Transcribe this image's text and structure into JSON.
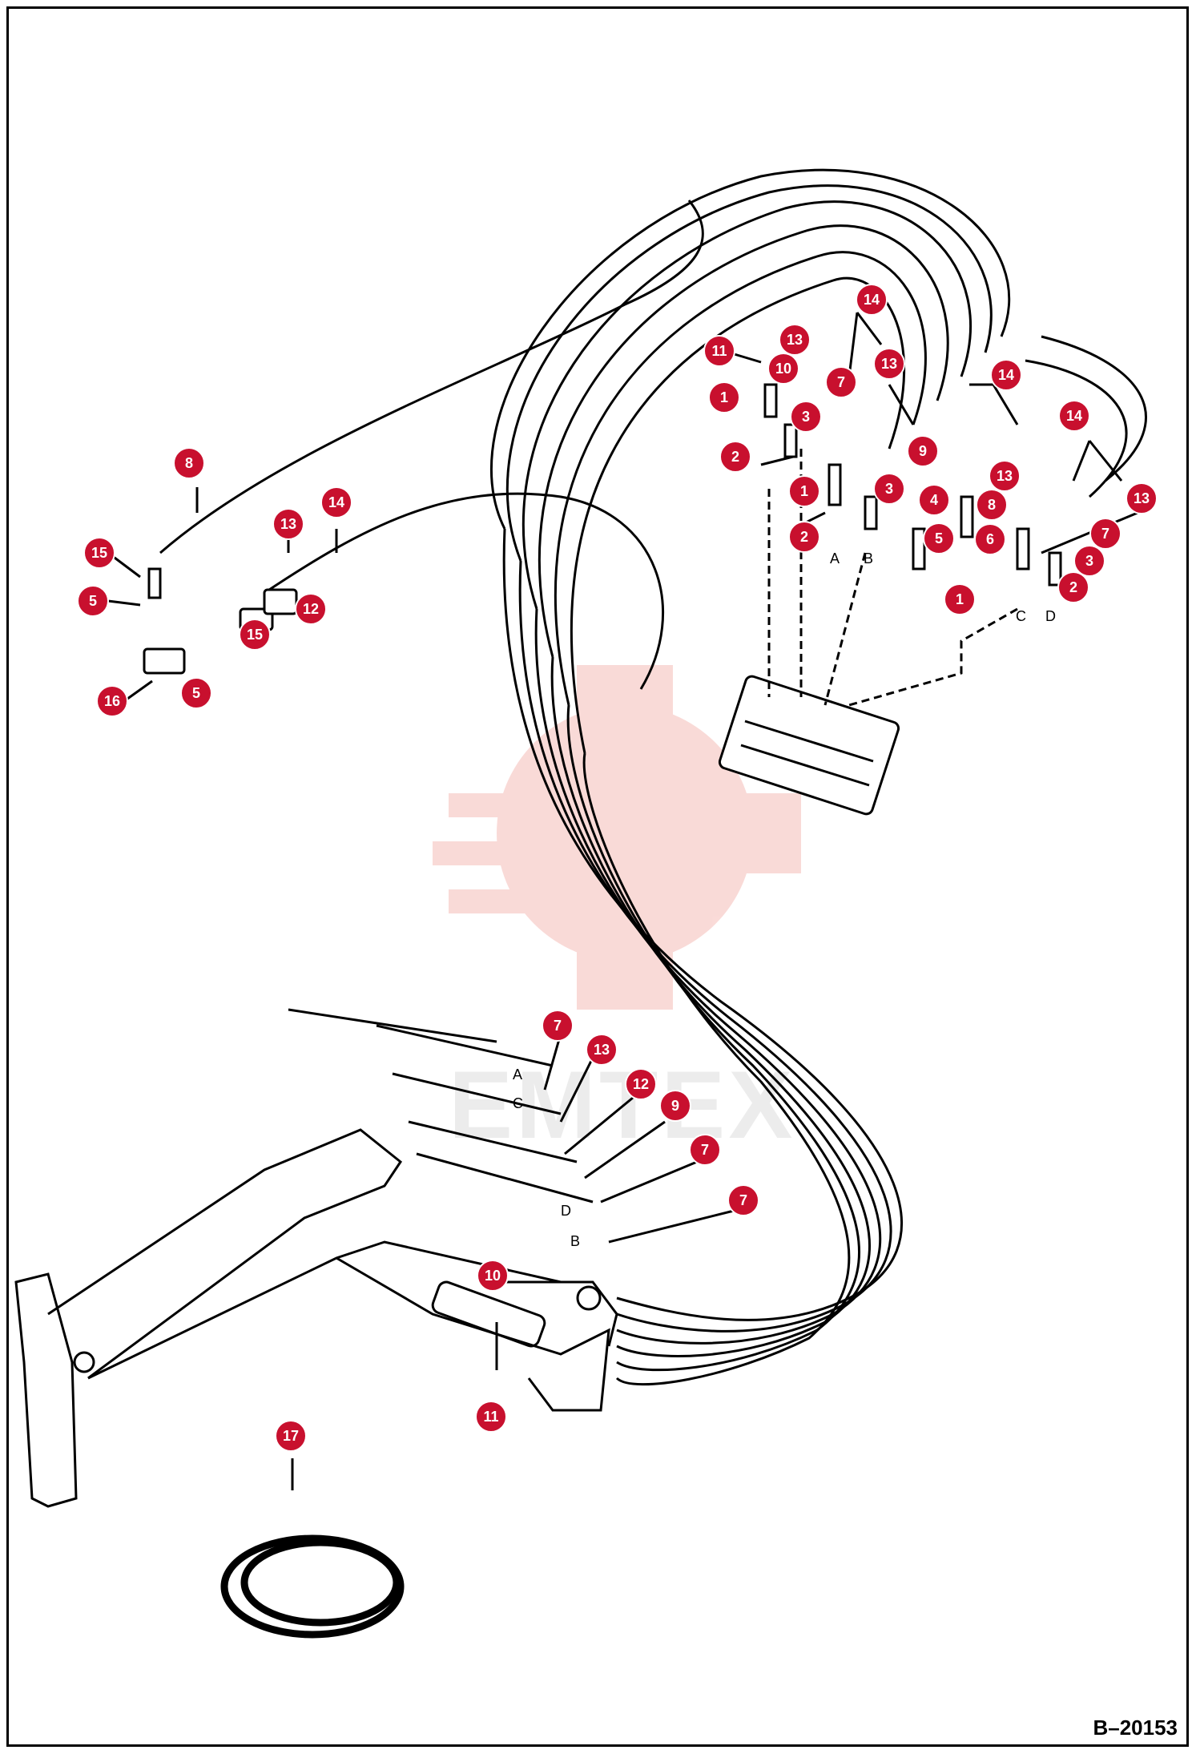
{
  "figure_code": "B–20153",
  "watermark": "EMTEX",
  "colors": {
    "callout": "#c8102e",
    "line": "#000000",
    "watermark": "#e8594f"
  },
  "port_labels": [
    "A",
    "B",
    "C",
    "D"
  ],
  "valve_port_labels": [
    "C",
    "D"
  ],
  "boom_port_labels": [
    "A",
    "C",
    "D",
    "B"
  ],
  "callouts": [
    {
      "n": "8"
    },
    {
      "n": "15"
    },
    {
      "n": "5"
    },
    {
      "n": "16"
    },
    {
      "n": "5"
    },
    {
      "n": "13"
    },
    {
      "n": "14"
    },
    {
      "n": "12"
    },
    {
      "n": "15"
    },
    {
      "n": "11"
    },
    {
      "n": "13"
    },
    {
      "n": "10"
    },
    {
      "n": "1"
    },
    {
      "n": "3"
    },
    {
      "n": "2"
    },
    {
      "n": "14"
    },
    {
      "n": "7"
    },
    {
      "n": "13"
    },
    {
      "n": "9"
    },
    {
      "n": "1"
    },
    {
      "n": "3"
    },
    {
      "n": "2"
    },
    {
      "n": "4"
    },
    {
      "n": "5"
    },
    {
      "n": "14"
    },
    {
      "n": "13"
    },
    {
      "n": "8"
    },
    {
      "n": "6"
    },
    {
      "n": "1"
    },
    {
      "n": "14"
    },
    {
      "n": "13"
    },
    {
      "n": "7"
    },
    {
      "n": "3"
    },
    {
      "n": "2"
    },
    {
      "n": "7"
    },
    {
      "n": "13"
    },
    {
      "n": "12"
    },
    {
      "n": "9"
    },
    {
      "n": "7"
    },
    {
      "n": "7"
    },
    {
      "n": "10"
    },
    {
      "n": "11"
    },
    {
      "n": "17"
    }
  ]
}
